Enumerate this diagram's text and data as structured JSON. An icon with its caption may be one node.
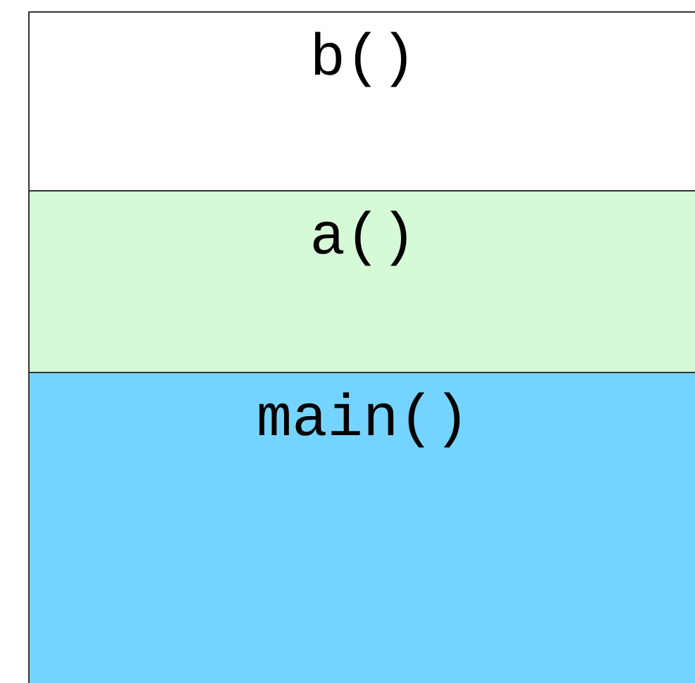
{
  "diagram": {
    "nodes": [
      {
        "text": [
          "b()"
        ]
      },
      {
        "text": [
          "a()"
        ]
      },
      {
        "text": [
          "main()"
        ]
      }
    ]
  }
}
